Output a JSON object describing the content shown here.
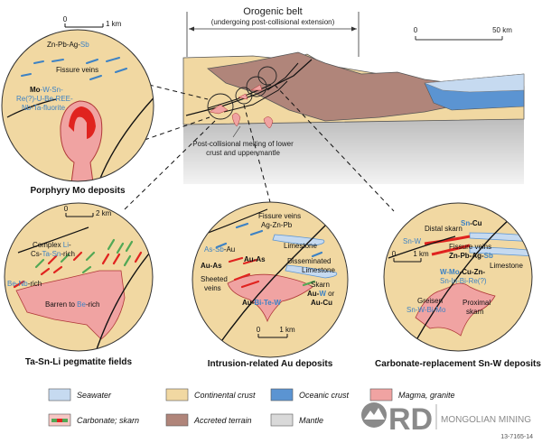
{
  "header": {
    "title": "Orogenic belt",
    "subtitle": "(undergoing post-collisional extension)"
  },
  "scale": {
    "left": "0",
    "right": "50 km"
  },
  "cross_section": {
    "melting_label_1": "Post-collisional melting of lower",
    "melting_label_2": "crust and upper mantle"
  },
  "panels": {
    "porphyry": {
      "caption": "Porphyry Mo deposits",
      "scale_left": "0",
      "scale_right": "1 km",
      "text_1_prefix": "Zn-Pb-Ag-",
      "text_1_blue": "Sb",
      "fissure": "Fissure veins",
      "mo_1a": "Mo",
      "mo_1b": "-W-Sn-",
      "mo_2": "Re(?)-U-Be-REE-",
      "mo_3": "Nb-Ta-fluorite"
    },
    "pegmatite": {
      "caption": "Ta-Sn-Li pegmatite fields",
      "scale_left": "0",
      "scale_right": "2 km",
      "complex_1a": "Complex ",
      "complex_1b": "Li",
      "complex_1c": "-",
      "complex_2a": "Cs",
      "complex_2b": "-",
      "complex_2c": "Ta-Sn",
      "complex_2d": "-rich",
      "be_nb": "Be-Nb",
      "be_nb_suffix": "-rich",
      "barren_1": "Barren to ",
      "barren_2": "Be",
      "barren_3": "-rich"
    },
    "intrusion": {
      "caption": "Intrusion-related Au deposits",
      "scale_left": "0",
      "scale_right": "1 km",
      "fissure_1": "Fissure veins",
      "fissure_2": "Ag-Zn-Pb",
      "limestone_1": "Limestone",
      "as_sb_au_a": "As-Sb",
      "as_sb_au_b": "-Au",
      "au_as_1a": "Au",
      "au_as_1b": "-As",
      "au_as_2a": "Au",
      "au_as_2b": "-As",
      "disseminated": "Disseminated",
      "limestone_2": "Limestone",
      "sheeted_1": "Sheeted",
      "sheeted_2": "veins",
      "skarn": "Skarn",
      "au_w_a": "Au",
      "au_w_b": "-",
      "au_w_c": "W",
      "au_w_d": " or",
      "au_cu_a": "Au",
      "au_cu_b": "-Cu",
      "au_bi_a": "Au",
      "au_bi_b": "-",
      "au_bi_c": "Bi-Te-W"
    },
    "carbonate": {
      "caption": "Carbonate-replacement Sn-W deposits",
      "scale_left": "0",
      "scale_right": "1 km",
      "distal_skarn": "Distal skarn",
      "sn_cu": "Sn",
      "sn_cu_b": "-Cu",
      "sn_w": "Sn-W",
      "fissure_veins": "Fissure veins",
      "znpbag": "Zn-Pb-Ag-",
      "znpbag_sb": "Sb",
      "limestone": "Limestone",
      "wmo_a": "W-Mo",
      "wmo_b": "-Cu-Zn-",
      "snin": "Sn-In-Bi-Re(?)",
      "greisen_1": "Greisen",
      "greisen_2": "Sn-W-Bi-Mo",
      "proximal_1": "Proximal",
      "proximal_2": "skarn"
    }
  },
  "legend": {
    "seawater": "Seawater",
    "continental": "Continental crust",
    "oceanic": "Oceanic crust",
    "magma": "Magma, granite",
    "carbonate_skarn": "Carbonate; skarn",
    "accreted": "Accreted terrain",
    "mantle": "Mantle"
  },
  "colors": {
    "seawater": "#c6daf0",
    "continental": "#f1d8a2",
    "oceanic": "#5b94d2",
    "magma": "#f0a3a2",
    "carbonate": "#f7c6c4",
    "skarn": "#52a855",
    "accreted": "#b0857a",
    "mantle": "#d9d9d9",
    "blue_text": "#3d82c4",
    "red": "#e0231f"
  },
  "logo": {
    "letters": "RD",
    "name": "MONGOLIAN MINING"
  },
  "figure_id": "13-7165-14"
}
